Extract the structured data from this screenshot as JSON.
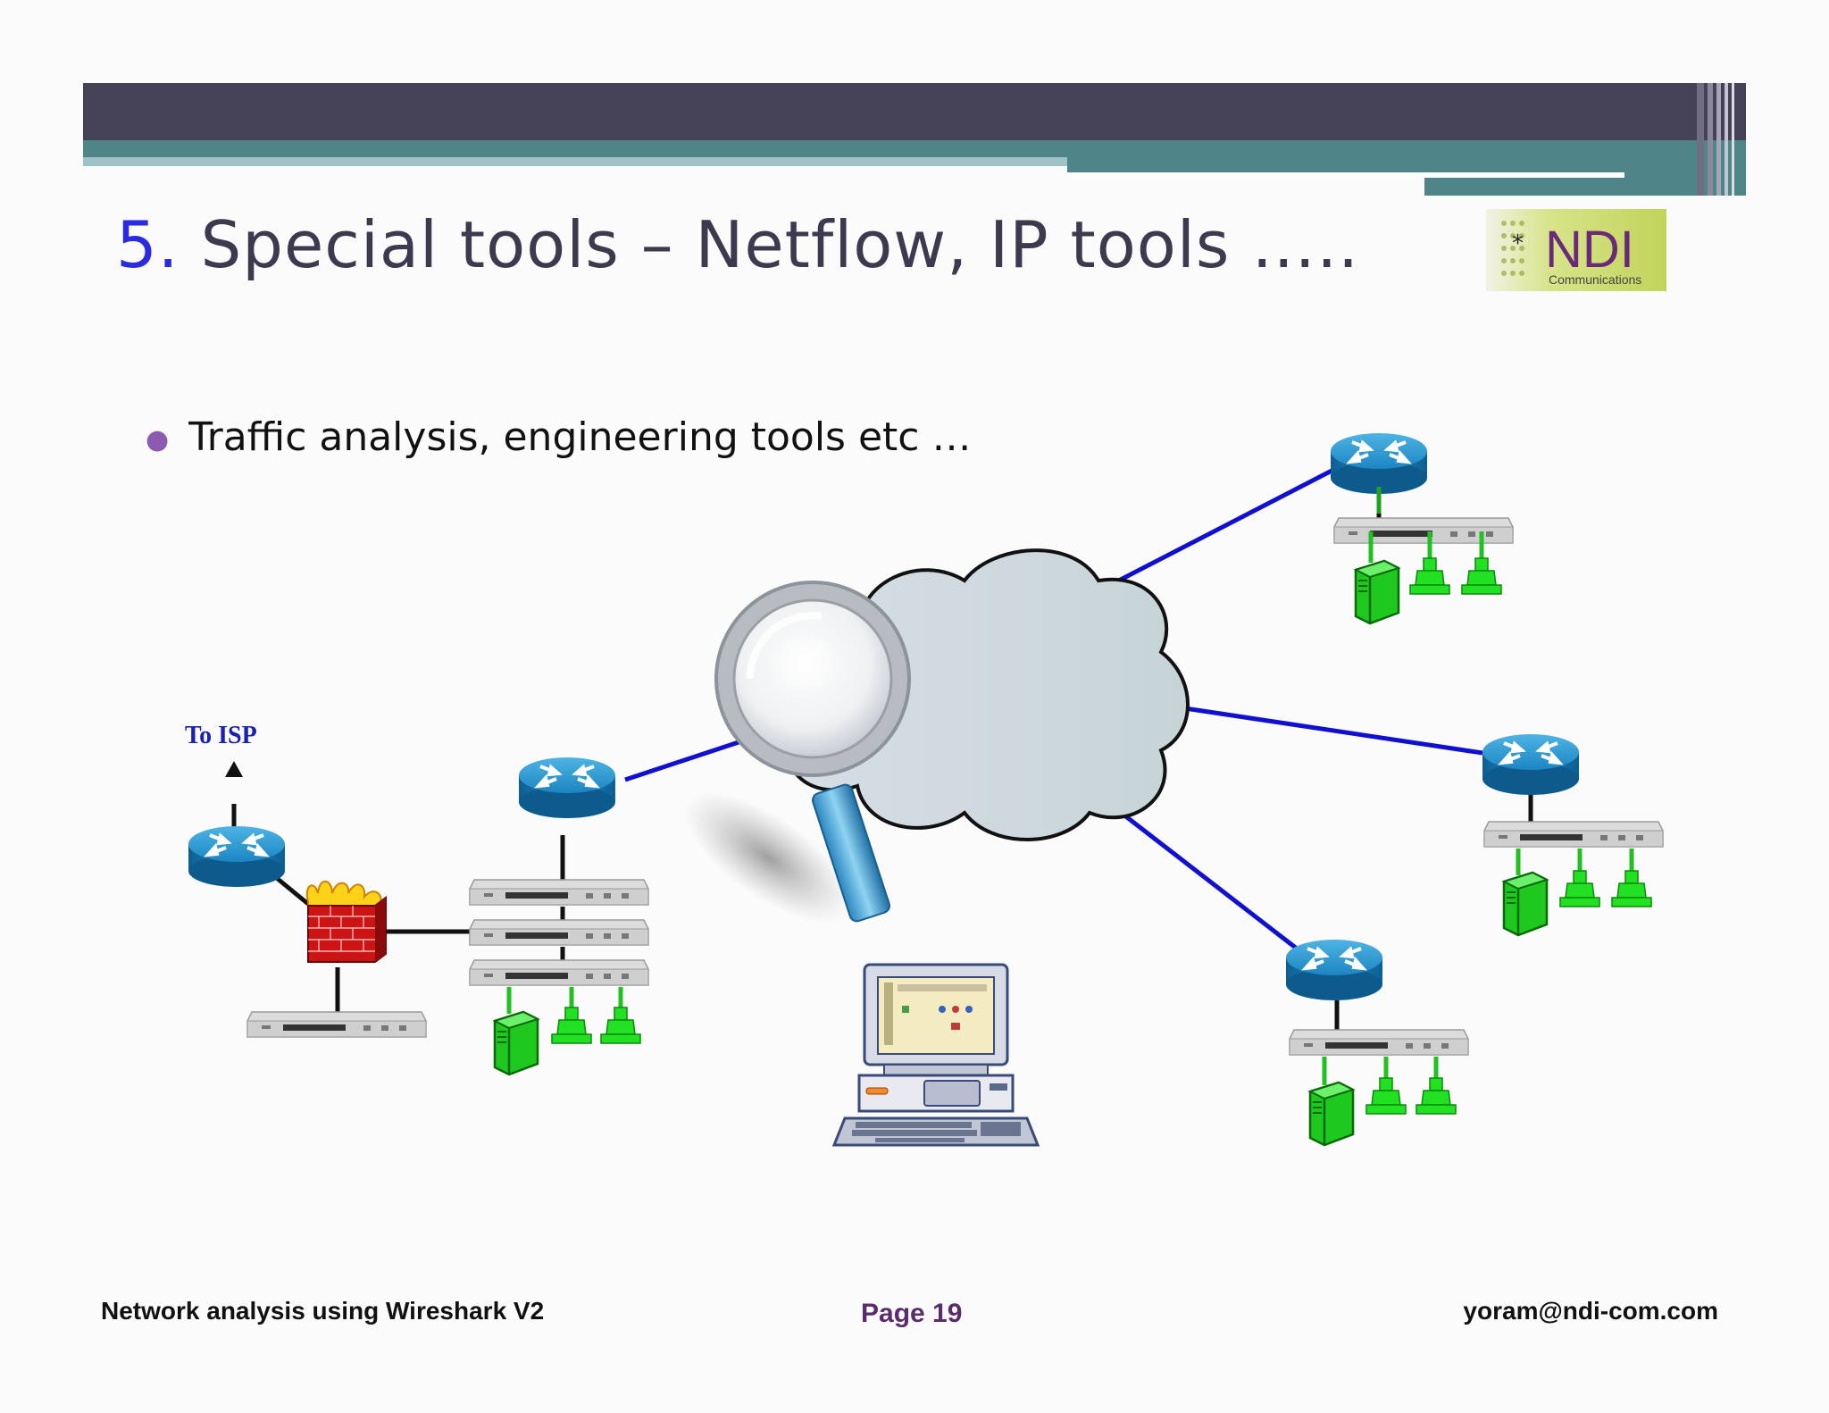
{
  "title": {
    "number": "5.",
    "text": "Special tools – Netflow, IP tools ….."
  },
  "logo": {
    "star": "*",
    "brand": "NDI",
    "sub": "Communications"
  },
  "bullet": {
    "text": "Traffic analysis, engineering tools etc …"
  },
  "diagram": {
    "isp_label": "To ISP"
  },
  "footer": {
    "left": "Network analysis using Wireshark V2",
    "center": "Page 19",
    "right": "yoram@ndi-com.com"
  },
  "colors": {
    "header_dark": "#454258",
    "header_teal": "#4d8588",
    "title_number": "#2a2ae0",
    "link_blue": "#1010d0",
    "host_green": "#22e022",
    "router_blue": "#1f8fc8"
  }
}
